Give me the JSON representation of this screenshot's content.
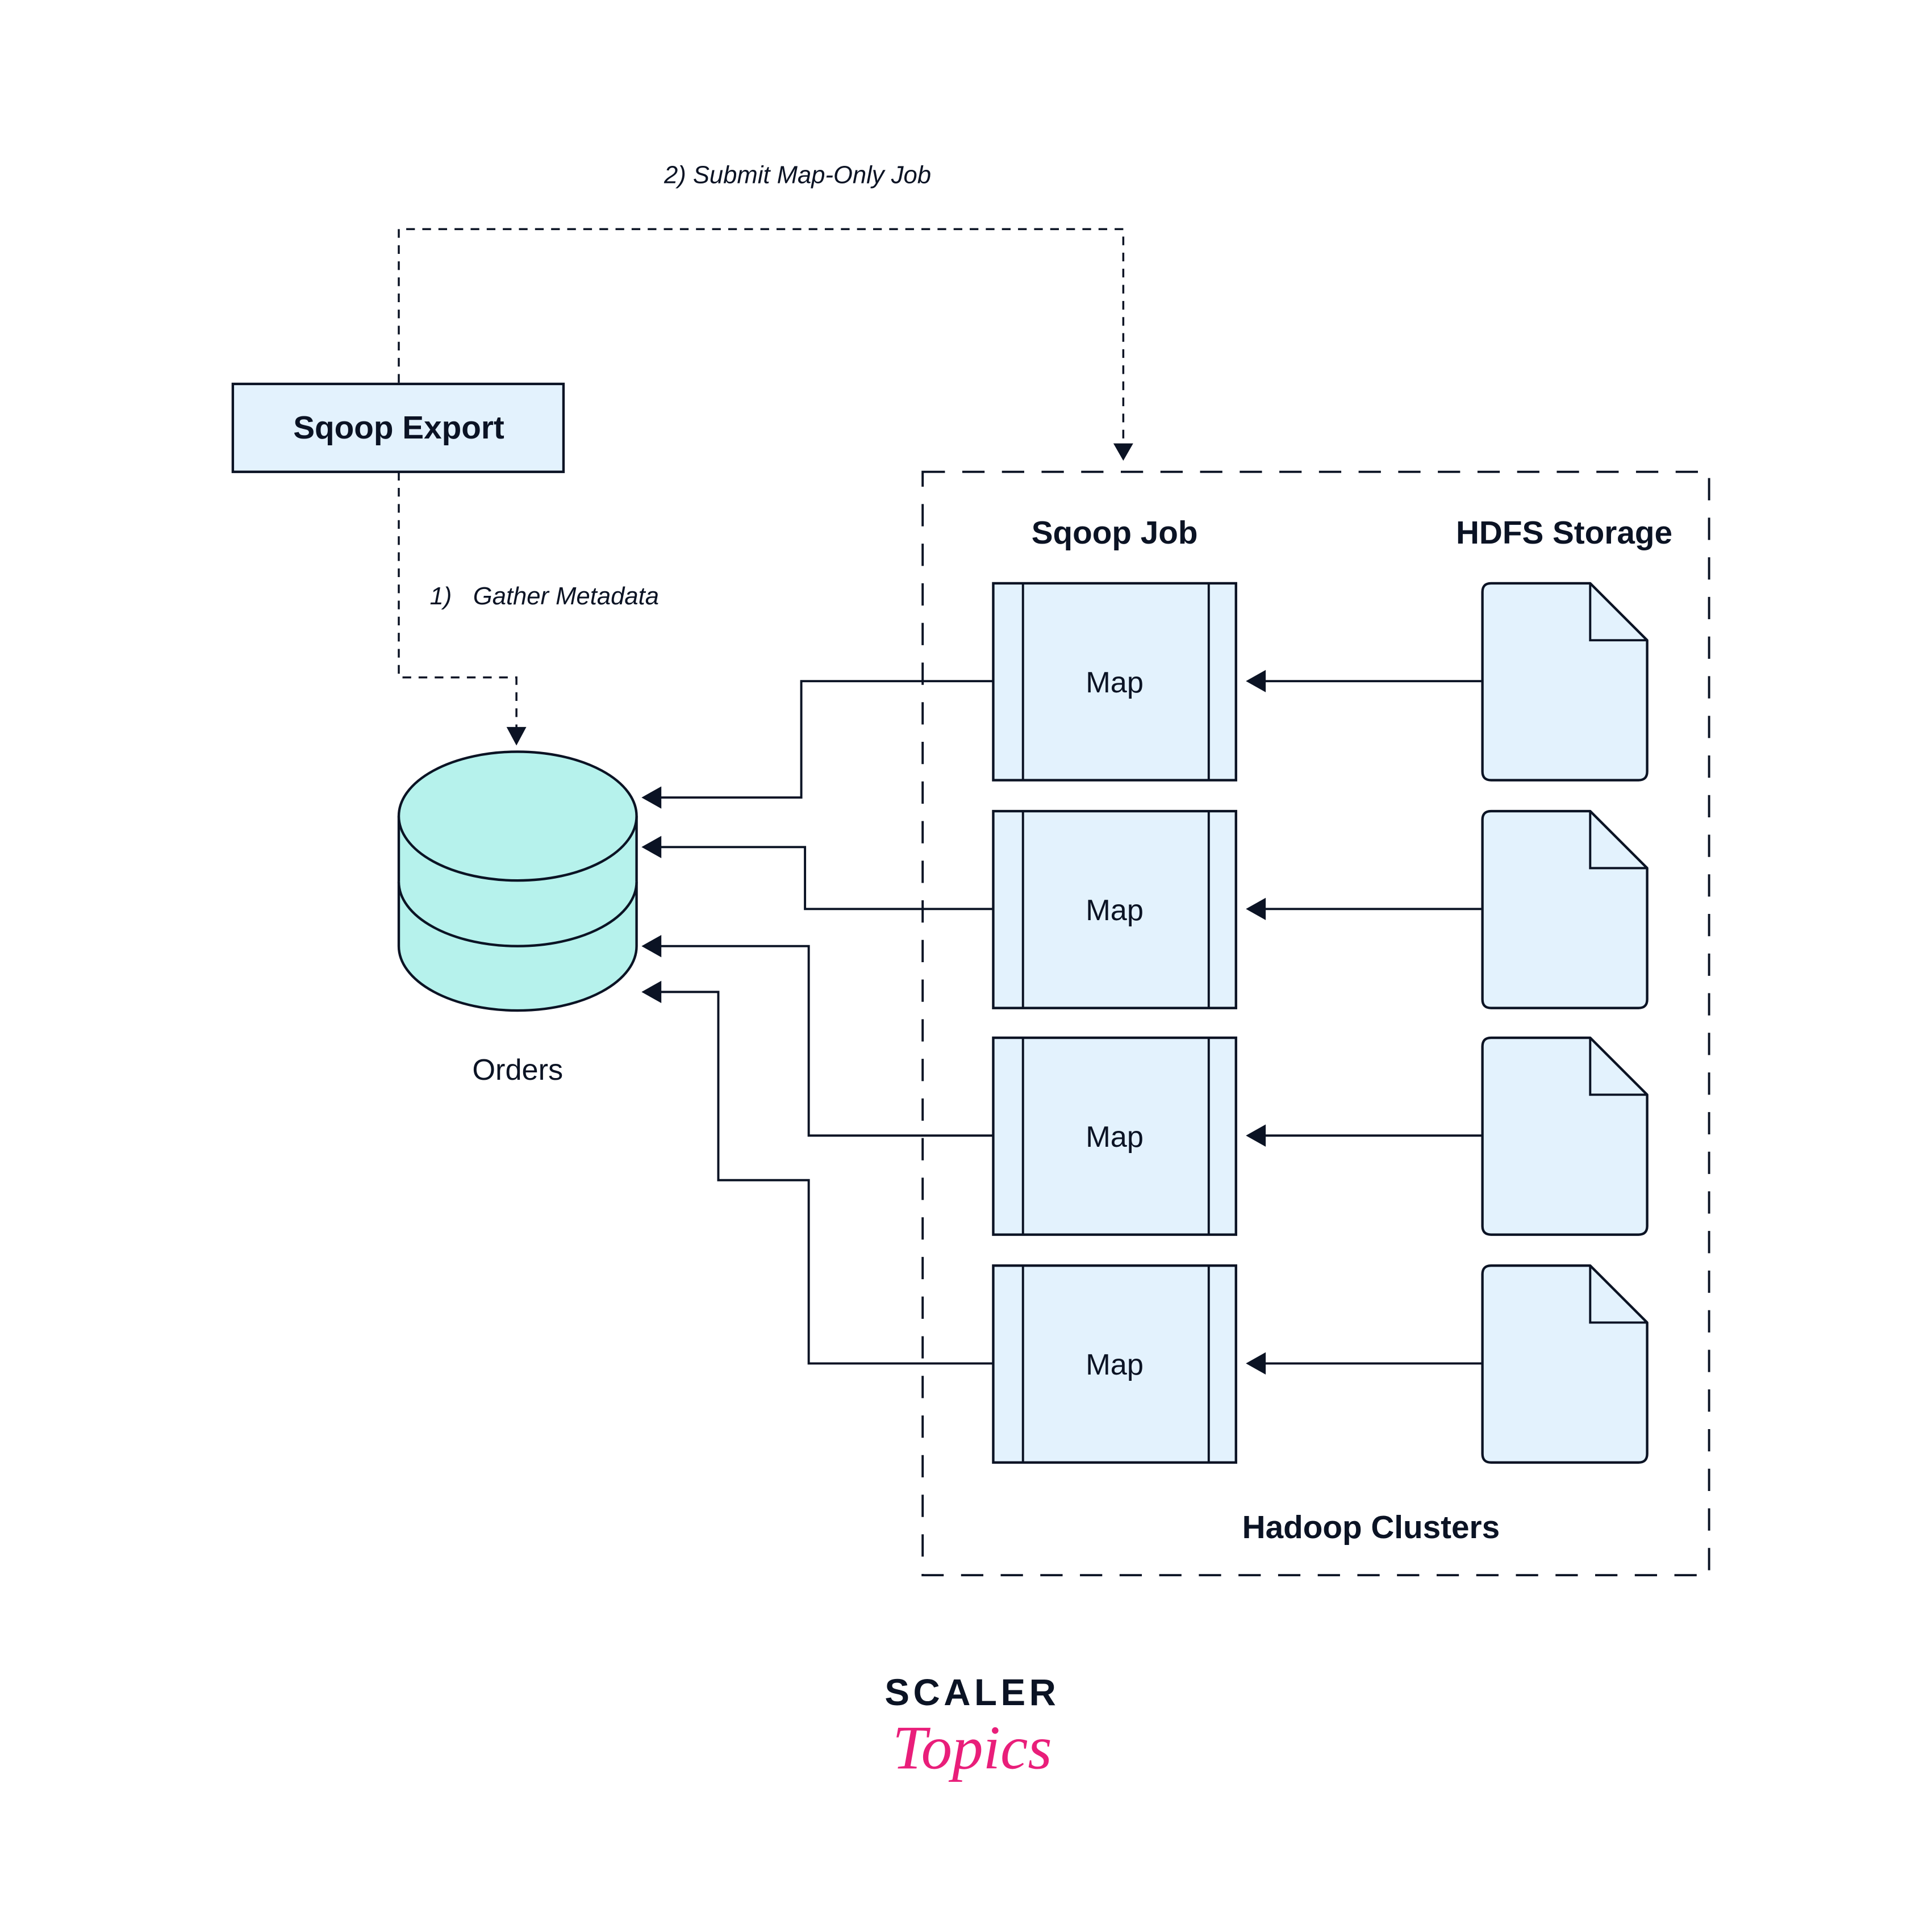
{
  "diagram": {
    "sqoop_export": "Sqoop Export",
    "step1_number": "1)",
    "step1_label": "Gather Metadata",
    "step2_label": "2) Submit Map-Only Job",
    "database_label": "Orders",
    "sqoop_job_header": "Sqoop Job",
    "hdfs_header": "HDFS Storage",
    "cluster_label": "Hadoop Clusters",
    "map_tasks": [
      {
        "label": "Map"
      },
      {
        "label": "Map"
      },
      {
        "label": "Map"
      },
      {
        "label": "Map"
      }
    ],
    "hdfs_files": 4
  },
  "logo": {
    "top": "SCALER",
    "bottom": "Topics",
    "top_color": "#0b1324",
    "bottom_color": "#e91e7a"
  },
  "colors": {
    "box_fill": "#e3f2fd",
    "db_fill": "#b6f2ec",
    "stroke": "#0b1324"
  }
}
